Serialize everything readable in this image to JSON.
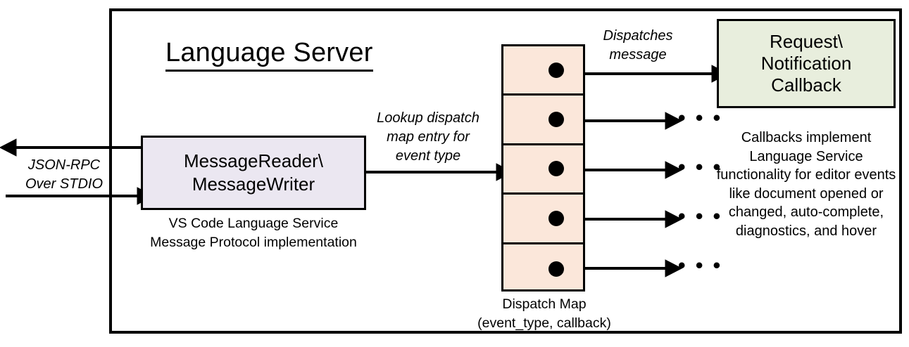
{
  "diagram": {
    "title": "Language Server",
    "left_annotation": "JSON-RPC\nOver STDIO",
    "left_annotation_line1": "JSON-RPC",
    "left_annotation_line2": "Over STDIO",
    "reader_box": {
      "line1": "MessageReader\\",
      "line2": "MessageWriter",
      "fill": "#ebe7f1",
      "caption_line1": "VS Code Language Service",
      "caption_line2": "Message Protocol implementation"
    },
    "lookup_annotation": {
      "line1": "Lookup dispatch",
      "line2": "map entry for",
      "line3": "event type"
    },
    "dispatch_map": {
      "fill": "#fbe7da",
      "rows": 5,
      "caption_line1": "Dispatch Map",
      "caption_line2": "(event_type, callback)",
      "row_tail_symbol": "• • •",
      "row_tails": [
        "",
        "• • •",
        "• • •",
        "• • •",
        "• • •"
      ]
    },
    "dispatches_annotation": {
      "line1": "Dispatches",
      "line2": "message"
    },
    "callback_box": {
      "line1": "Request\\",
      "line2": "Notification",
      "line3": "Callback",
      "fill": "#e8eedd",
      "caption": "Callbacks implement Language Service functionality for editor events like document opened or changed, auto-complete, diagnostics, and hover"
    },
    "colors": {
      "stroke": "#000000",
      "background": "#ffffff"
    }
  }
}
